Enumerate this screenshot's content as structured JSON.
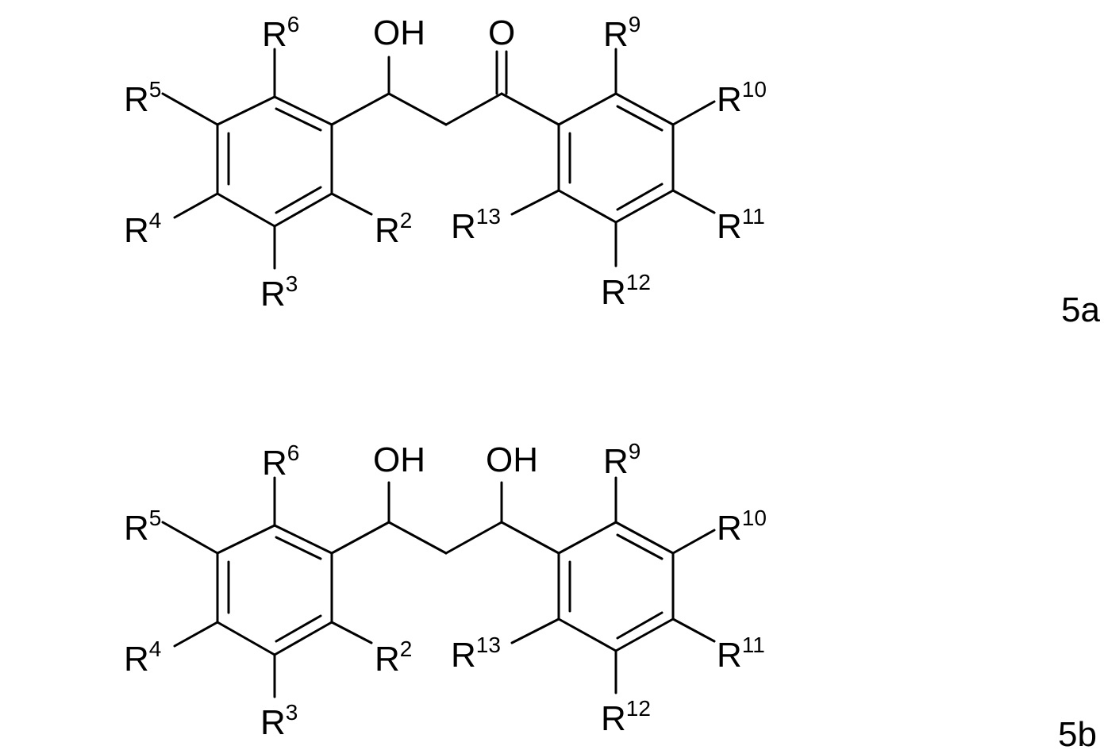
{
  "structures": [
    {
      "id": "5a",
      "compound_label": "5a",
      "left_ring": {
        "top": {
          "letter": "R",
          "sup": "6"
        },
        "upper_left": {
          "letter": "R",
          "sup": "5"
        },
        "lower_left": {
          "letter": "R",
          "sup": "4"
        },
        "bottom": {
          "letter": "R",
          "sup": "3"
        },
        "lower_right": {
          "letter": "R",
          "sup": "2"
        }
      },
      "chain": {
        "left_group": "OH",
        "right_group": "O"
      },
      "right_ring": {
        "top": {
          "letter": "R",
          "sup": "9"
        },
        "upper_right": {
          "letter": "R",
          "sup": "10"
        },
        "lower_right": {
          "letter": "R",
          "sup": "11"
        },
        "bottom": {
          "letter": "R",
          "sup": "12"
        },
        "lower_left": {
          "letter": "R",
          "sup": "13"
        }
      }
    },
    {
      "id": "5b",
      "compound_label": "5b",
      "left_ring": {
        "top": {
          "letter": "R",
          "sup": "6"
        },
        "upper_left": {
          "letter": "R",
          "sup": "5"
        },
        "lower_left": {
          "letter": "R",
          "sup": "4"
        },
        "bottom": {
          "letter": "R",
          "sup": "3"
        },
        "lower_right": {
          "letter": "R",
          "sup": "2"
        }
      },
      "chain": {
        "left_group": "OH",
        "right_group": "OH"
      },
      "right_ring": {
        "top": {
          "letter": "R",
          "sup": "9"
        },
        "upper_right": {
          "letter": "R",
          "sup": "10"
        },
        "lower_right": {
          "letter": "R",
          "sup": "11"
        },
        "bottom": {
          "letter": "R",
          "sup": "12"
        },
        "lower_left": {
          "letter": "R",
          "sup": "13"
        }
      }
    }
  ]
}
